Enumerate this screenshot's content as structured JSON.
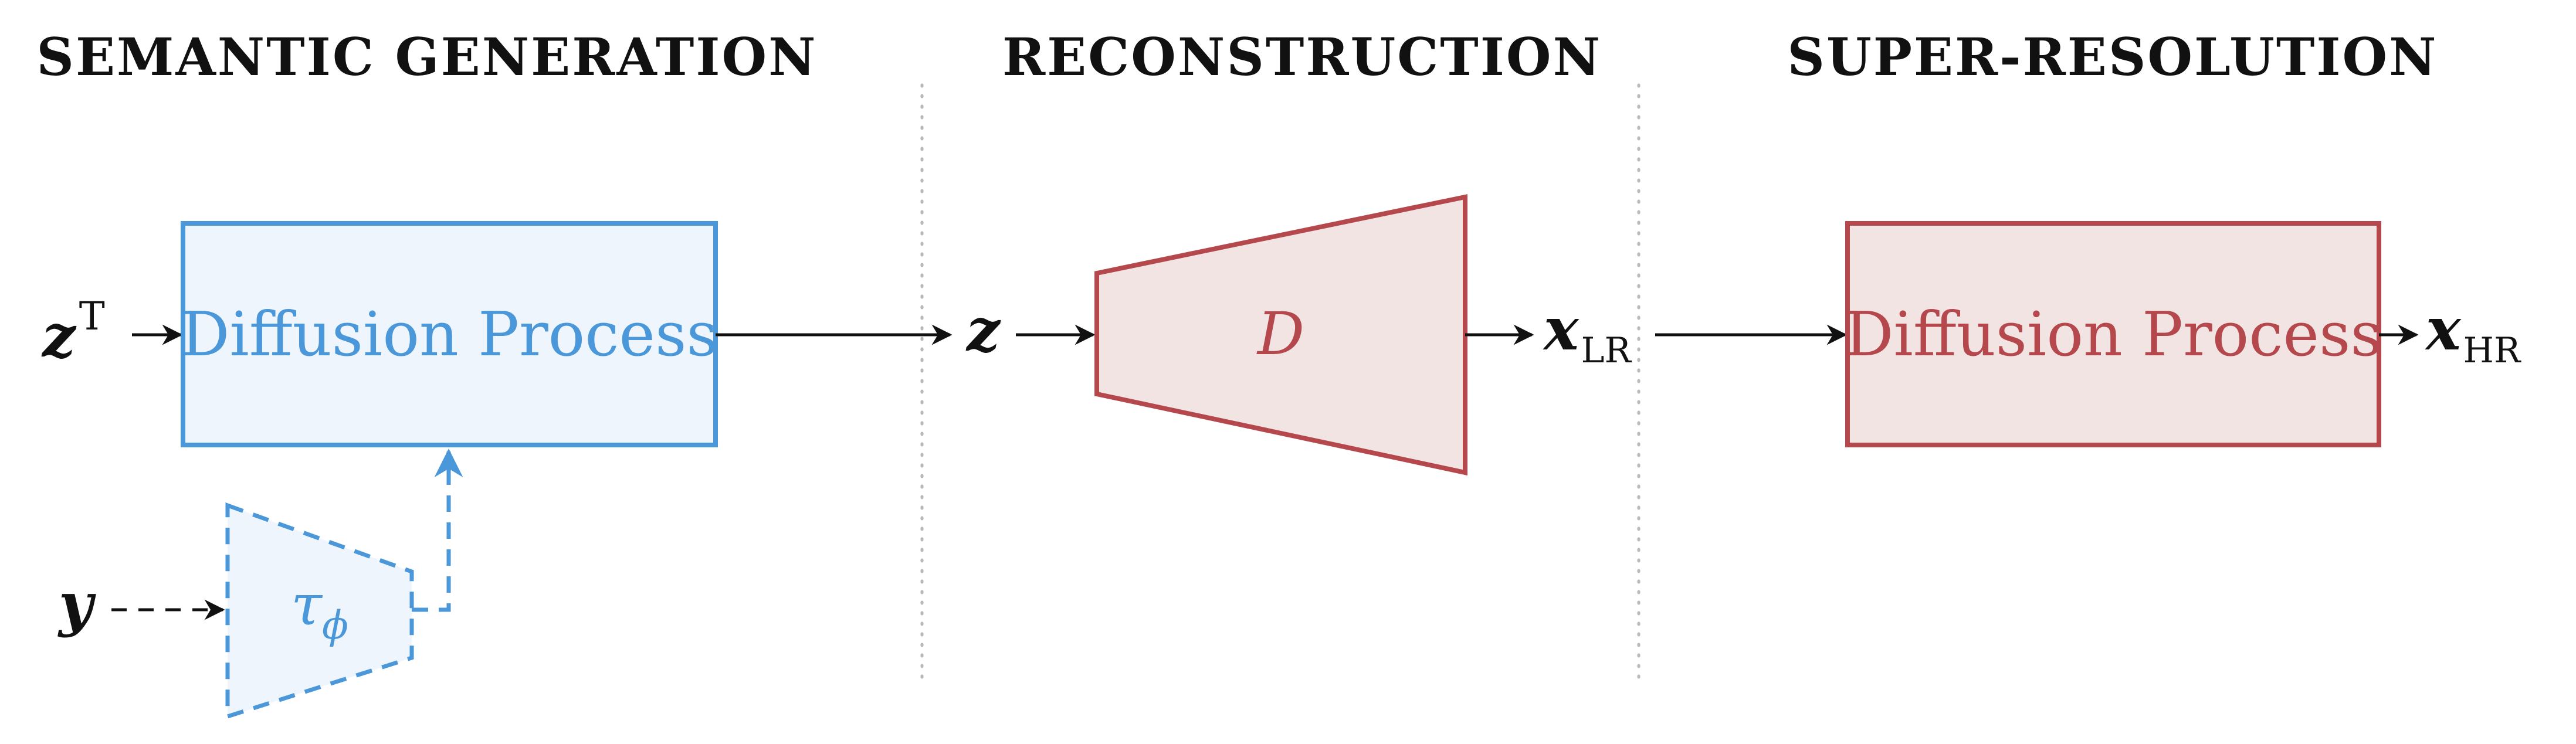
{
  "sections": {
    "semantic": "SEMANTIC GENERATION",
    "reconstruction": "RECONSTRUCTION",
    "super_resolution": "SUPER-RESOLUTION"
  },
  "nodes": {
    "z_t_base": "z",
    "z_t_sup": "T",
    "y": "y",
    "tau_base": "τ",
    "tau_sub": "ϕ",
    "z": "z",
    "decoder": "D",
    "x_lr_base": "x",
    "x_lr_sub": "LR",
    "x_hr_base": "x",
    "x_hr_sub": "HR",
    "diffusion_1": "Diffusion Process",
    "diffusion_2": "Diffusion Process"
  },
  "colors": {
    "blue_stroke": "#4a97d9",
    "blue_fill": "#eef5fc",
    "red_stroke": "#b5484d",
    "red_fill": "#f3e4e4",
    "arrow": "#111111",
    "separator": "#b8b8b8"
  }
}
